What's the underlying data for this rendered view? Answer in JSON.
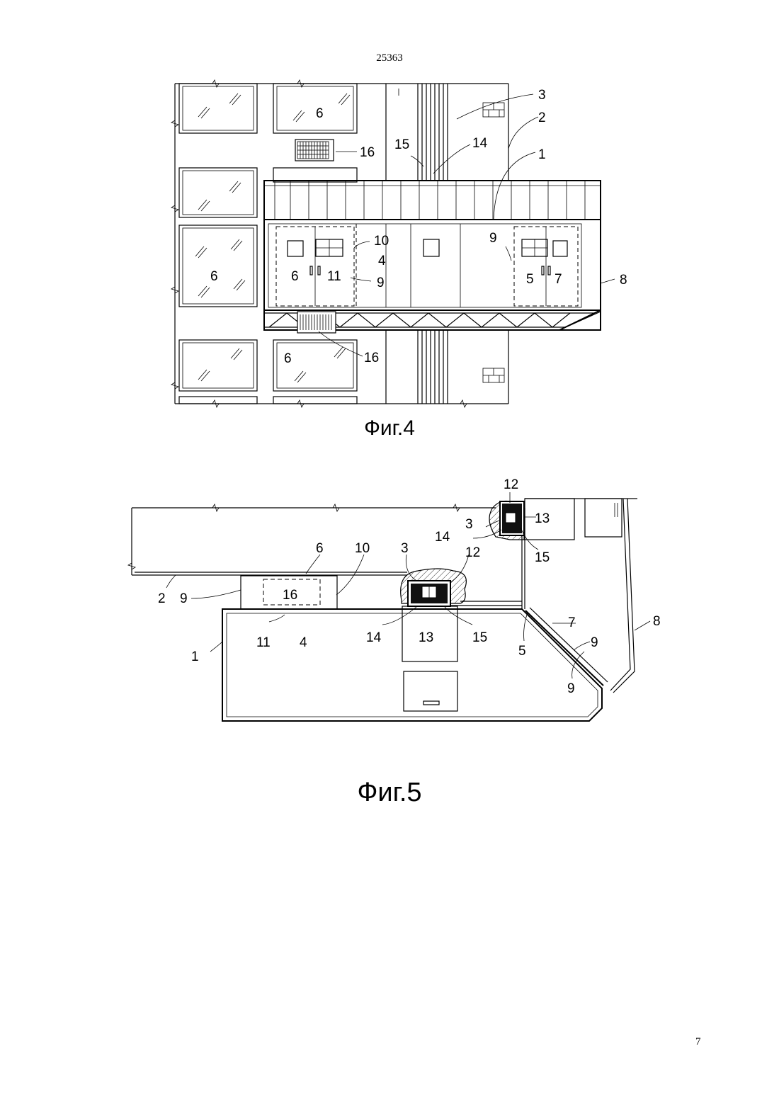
{
  "document": {
    "doc_number": "25363",
    "page_number": "7"
  },
  "figures": [
    {
      "caption": "Фиг.4",
      "callouts": [
        "3",
        "2",
        "6",
        "16",
        "15",
        "14",
        "1",
        "10",
        "4",
        "9",
        "6",
        "6",
        "11",
        "9",
        "5",
        "7",
        "8",
        "6",
        "16"
      ]
    },
    {
      "caption": "Фиг.5",
      "callouts": [
        "12",
        "13",
        "3",
        "14",
        "15",
        "6",
        "10",
        "3",
        "12",
        "2",
        "9",
        "16",
        "7",
        "8",
        "11",
        "4",
        "14",
        "13",
        "15",
        "1",
        "9",
        "5",
        "9"
      ]
    }
  ]
}
